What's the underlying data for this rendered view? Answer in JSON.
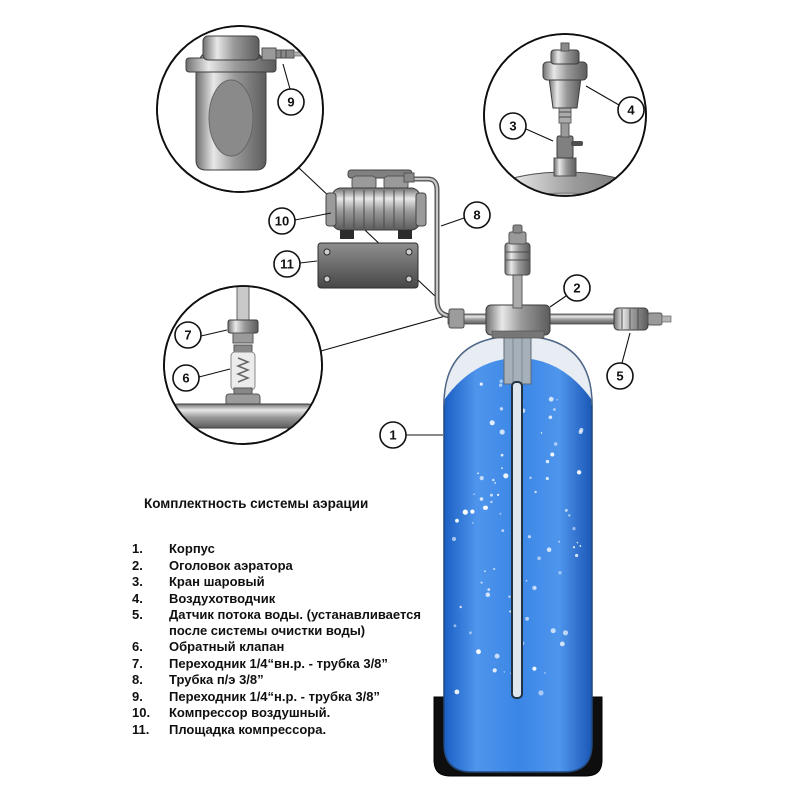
{
  "legend": {
    "title": "Комплектность системы аэрации",
    "items": [
      {
        "num": "1.",
        "text": "Корпус"
      },
      {
        "num": "2.",
        "text": "Оголовок аэратора"
      },
      {
        "num": "3.",
        "text": "Кран шаровый"
      },
      {
        "num": "4.",
        "text": "Воздухотводчик"
      },
      {
        "num": "5.",
        "text": "Датчик потока воды. (устанавливается после системы очистки воды)"
      },
      {
        "num": "6.",
        "text": "Обратный клапан"
      },
      {
        "num": "7.",
        "text": "Переходник 1/4“вн.р. - трубка 3/8”"
      },
      {
        "num": "8.",
        "text": "Трубка п/э 3/8”"
      },
      {
        "num": "9.",
        "text": "Переходник 1/4“н.р. - трубка 3/8”"
      },
      {
        "num": "10.",
        "text": "Компрессор воздушный."
      },
      {
        "num": "11.",
        "text": "Площадка компрессора."
      }
    ]
  },
  "callouts": {
    "c1": "1",
    "c2": "2",
    "c3": "3",
    "c4": "4",
    "c5": "5",
    "c6": "6",
    "c7": "7",
    "c8": "8",
    "c9": "9",
    "c10": "10",
    "c11": "11"
  },
  "colors": {
    "tank_blue": "#2f7ce0",
    "base_black": "#0e0e0e",
    "metal_grey": "#9a9a9a",
    "background": "#ffffff"
  }
}
